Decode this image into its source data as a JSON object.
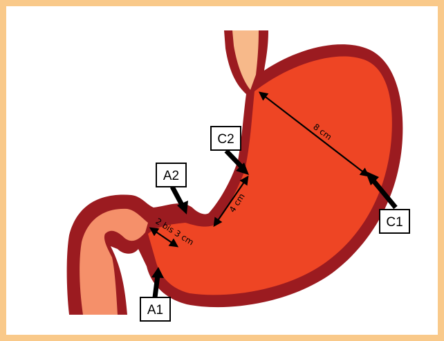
{
  "colors": {
    "frame": "#f9c98a",
    "stomach_wall": "#9b1b20",
    "stomach_inner": "#ee4524",
    "esophagus_inner": "#f7b98a",
    "duodenum_inner": "#f5906a"
  },
  "labels": {
    "c1": "C1",
    "c2": "C2",
    "a1": "A1",
    "a2": "A2"
  },
  "measurements": {
    "m8": "8 cm",
    "m4": "4 cm",
    "m23": "2 bis 3 cm"
  }
}
